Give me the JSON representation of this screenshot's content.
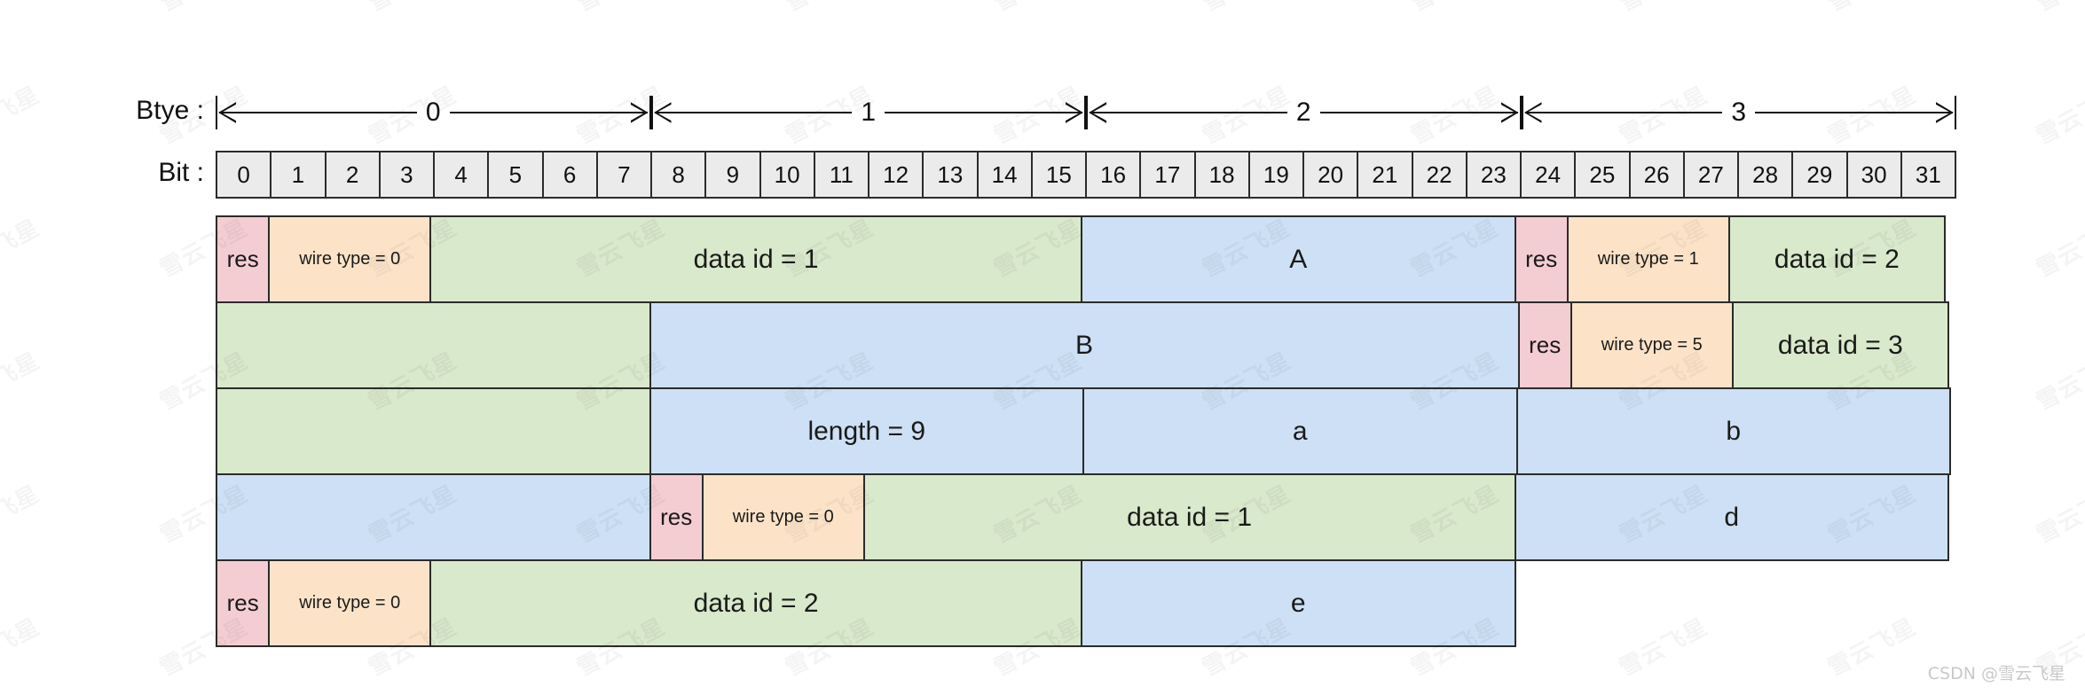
{
  "labels": {
    "byte": "Btye :",
    "bit": "Bit :"
  },
  "byte_ruler": {
    "segments": [
      "0",
      "1",
      "2",
      "3"
    ]
  },
  "bit_ruler": {
    "bits": [
      "0",
      "1",
      "2",
      "3",
      "4",
      "5",
      "6",
      "7",
      "8",
      "9",
      "10",
      "11",
      "12",
      "13",
      "14",
      "15",
      "16",
      "17",
      "18",
      "19",
      "20",
      "21",
      "22",
      "23",
      "24",
      "25",
      "26",
      "27",
      "28",
      "29",
      "30",
      "31"
    ]
  },
  "colors": {
    "res": "#f4cdd3",
    "wire_type": "#fce3c8",
    "data_id": "#d9e9cb",
    "value": "#cde0f5",
    "bit_header": "#ebebeb",
    "border": "#2b2b2b"
  },
  "rows": [
    {
      "name": "row-1",
      "cells": [
        {
          "label": "res",
          "kind": "res",
          "span": 1,
          "size": "md"
        },
        {
          "label": "wire type = 0",
          "kind": "wire",
          "span": 3,
          "size": "sm"
        },
        {
          "label": "data id = 1",
          "kind": "id",
          "span": 12,
          "size": "lg"
        },
        {
          "label": "A",
          "kind": "val",
          "span": 8,
          "size": "lg"
        },
        {
          "label": "res",
          "kind": "res",
          "span": 1,
          "size": "md"
        },
        {
          "label": "wire type = 1",
          "kind": "wire",
          "span": 3,
          "size": "sm"
        },
        {
          "label": "data id = 2",
          "kind": "id",
          "span": 4,
          "size": "lg"
        }
      ]
    },
    {
      "name": "row-2",
      "cells": [
        {
          "label": "",
          "kind": "id",
          "span": 8,
          "size": "lg"
        },
        {
          "label": "B",
          "kind": "val",
          "span": 16,
          "size": "lg"
        },
        {
          "label": "res",
          "kind": "res",
          "span": 1,
          "size": "md"
        },
        {
          "label": "wire type = 5",
          "kind": "wire",
          "span": 3,
          "size": "sm"
        },
        {
          "label": "data id = 3",
          "kind": "id",
          "span": 4,
          "size": "lg"
        }
      ]
    },
    {
      "name": "row-3",
      "cells": [
        {
          "label": "",
          "kind": "id",
          "span": 8,
          "size": "lg"
        },
        {
          "label": "length = 9",
          "kind": "val",
          "span": 8,
          "size": "lg"
        },
        {
          "label": "a",
          "kind": "val",
          "span": 8,
          "size": "lg"
        },
        {
          "label": "b",
          "kind": "val",
          "span": 8,
          "size": "lg"
        }
      ]
    },
    {
      "name": "row-4",
      "cells": [
        {
          "label": "",
          "kind": "val",
          "span": 8,
          "size": "lg"
        },
        {
          "label": "res",
          "kind": "res",
          "span": 1,
          "size": "md"
        },
        {
          "label": "wire type = 0",
          "kind": "wire",
          "span": 3,
          "size": "sm"
        },
        {
          "label": "data id = 1",
          "kind": "id",
          "span": 12,
          "size": "lg"
        },
        {
          "label": "d",
          "kind": "val",
          "span": 8,
          "size": "lg"
        }
      ]
    },
    {
      "name": "row-5",
      "cells": [
        {
          "label": "res",
          "kind": "res",
          "span": 1,
          "size": "md"
        },
        {
          "label": "wire type = 0",
          "kind": "wire",
          "span": 3,
          "size": "sm"
        },
        {
          "label": "data id = 2",
          "kind": "id",
          "span": 12,
          "size": "lg"
        },
        {
          "label": "e",
          "kind": "val",
          "span": 8,
          "size": "lg"
        },
        {
          "label": "",
          "kind": "none",
          "span": 8,
          "size": "lg"
        }
      ]
    }
  ],
  "credit": "CSDN @雪云飞星",
  "watermark": {
    "text": "雪云飞星"
  }
}
